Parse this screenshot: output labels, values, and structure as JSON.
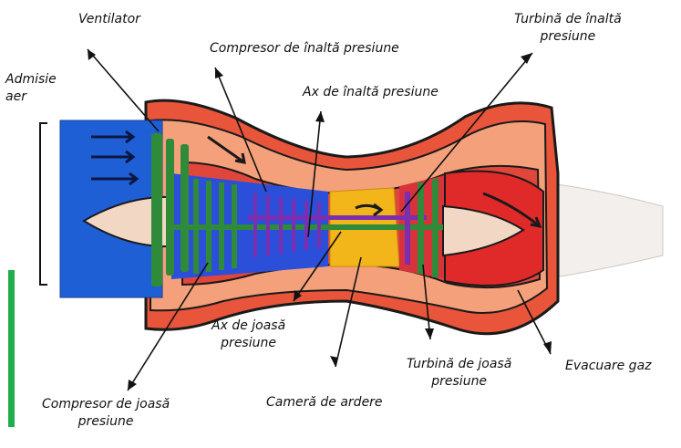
{
  "labels": {
    "ventilator": [
      "Ventilator"
    ],
    "admisie": [
      "Admisie",
      "aer"
    ],
    "compresor_inalta": [
      "Compresor de înaltă presiune"
    ],
    "ax_inalta": [
      "Ax de înaltă presiune"
    ],
    "turbina_inalta": [
      "Turbină de înaltă",
      "presiune"
    ],
    "ax_joasa": [
      "Ax de joasă",
      "presiune"
    ],
    "turbina_joasa": [
      "Turbină de joasă",
      "presiune"
    ],
    "evacuare": [
      "Evacuare gaz"
    ],
    "compresor_joasa": [
      "Compresor de joasă",
      "presiune"
    ],
    "camera": [
      "Cameră de ardere"
    ]
  },
  "colors": {
    "casing": "#e8553a",
    "casing_inner": "#f4a07a",
    "intake": "#1f5fd6",
    "fan": "#2f8a3a",
    "compressor": "#2b4fd8",
    "shaft": "#7b2fb0",
    "combustor": "#f2b51a",
    "turbine": "#d8323a",
    "exhaust": "#e02a2a",
    "cone": "#f2d7c4",
    "accent_bar": "#1fae4a"
  }
}
